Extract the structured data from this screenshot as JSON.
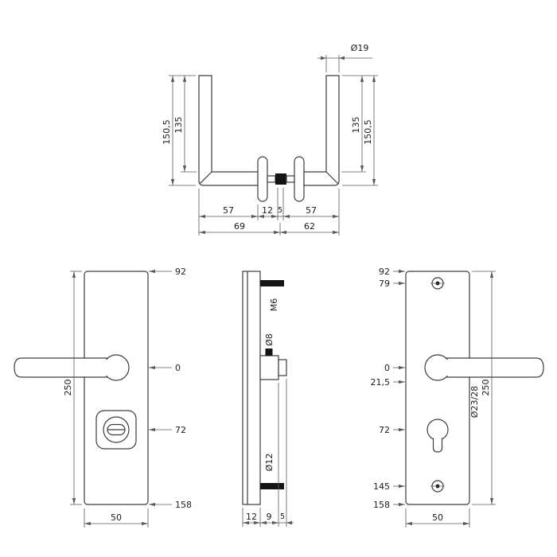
{
  "top": {
    "dia": "Ø19",
    "len_outer_left": "150,5",
    "len_inner_left": "135",
    "len_inner_right": "135",
    "len_outer_right": "150,5",
    "seg_a": "57",
    "seg_b": "12",
    "seg_c": "5",
    "seg_d": "57",
    "total_left": "69",
    "total_right": "62"
  },
  "left": {
    "height": "250",
    "width": "50",
    "ord_top": "92",
    "ord_zero": "0",
    "ord_cyl": "72",
    "ord_bottom": "158"
  },
  "side": {
    "thread": "M6",
    "dia_hole": "Ø8",
    "dia_screw": "Ø12",
    "thickness": "12",
    "proj_rose": "9",
    "proj_hub": "5"
  },
  "right": {
    "ord_top": "92",
    "ord_screw_top": "79",
    "ord_zero": "0",
    "ord_rose": "21,5",
    "ord_cyl": "72",
    "ord_screw_bottom": "145",
    "ord_bottom": "158",
    "dia_rose": "Ø23/28",
    "height": "250",
    "width": "50"
  }
}
